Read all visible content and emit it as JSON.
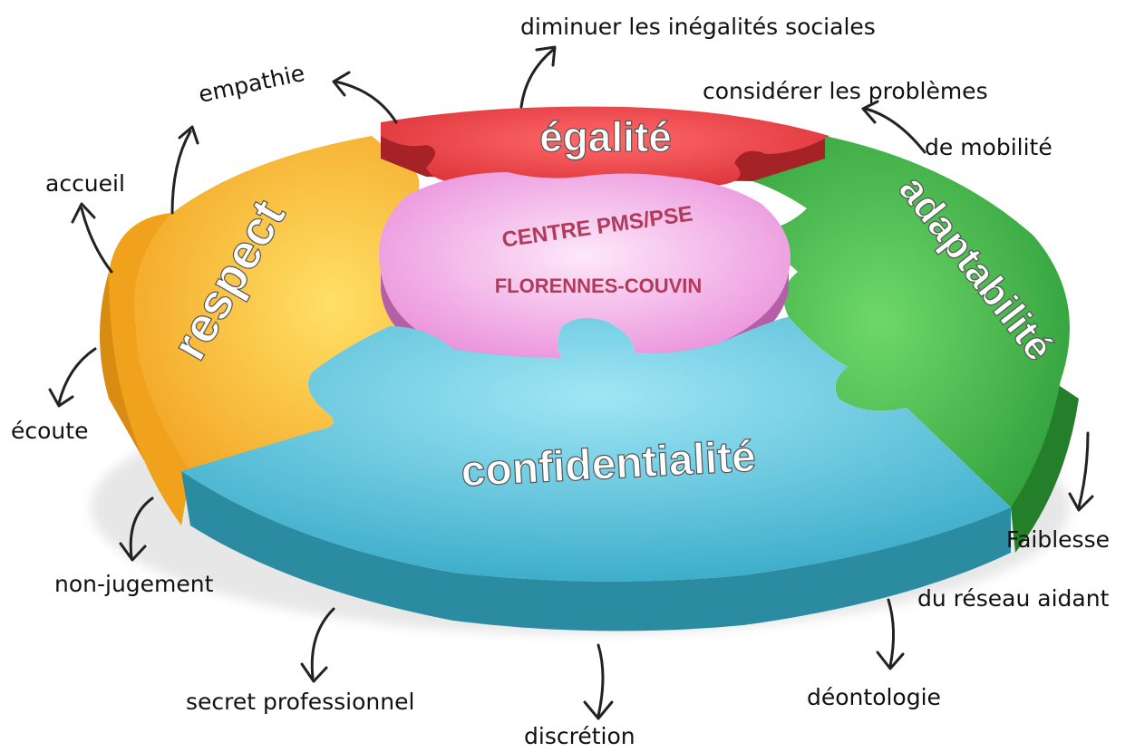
{
  "center": {
    "line1": "CENTRE PMS/PSE",
    "line2": "FLORENNES-COUVIN",
    "color": "#f3a8e4",
    "text_color": "#b23a5a"
  },
  "pieces": {
    "egalite": {
      "label": "égalité",
      "color": "#e93a3e",
      "side_color": "#a52227"
    },
    "respect": {
      "label": "respect",
      "color": "#f7b82d",
      "side_color": "#d98f12"
    },
    "adaptabilite": {
      "label": "adaptabilité",
      "color": "#3fb94a",
      "side_color": "#26862d"
    },
    "confidentialite": {
      "label": "confidentialité",
      "color": "#5fc6de",
      "side_color": "#2b8ba0"
    }
  },
  "labels": {
    "diminuer": "diminuer les inégalités sociales",
    "considerer1": "considérer les problèmes",
    "considerer2": "de mobilité",
    "empathie": "empathie",
    "accueil": "accueil",
    "ecoute": "écoute",
    "nonjugement": "non-jugement",
    "secret": "secret professionnel",
    "discretion": "discrétion",
    "deontologie": "déontologie",
    "faiblesse1": "Faiblesse",
    "faiblesse2": "du réseau aidant"
  }
}
